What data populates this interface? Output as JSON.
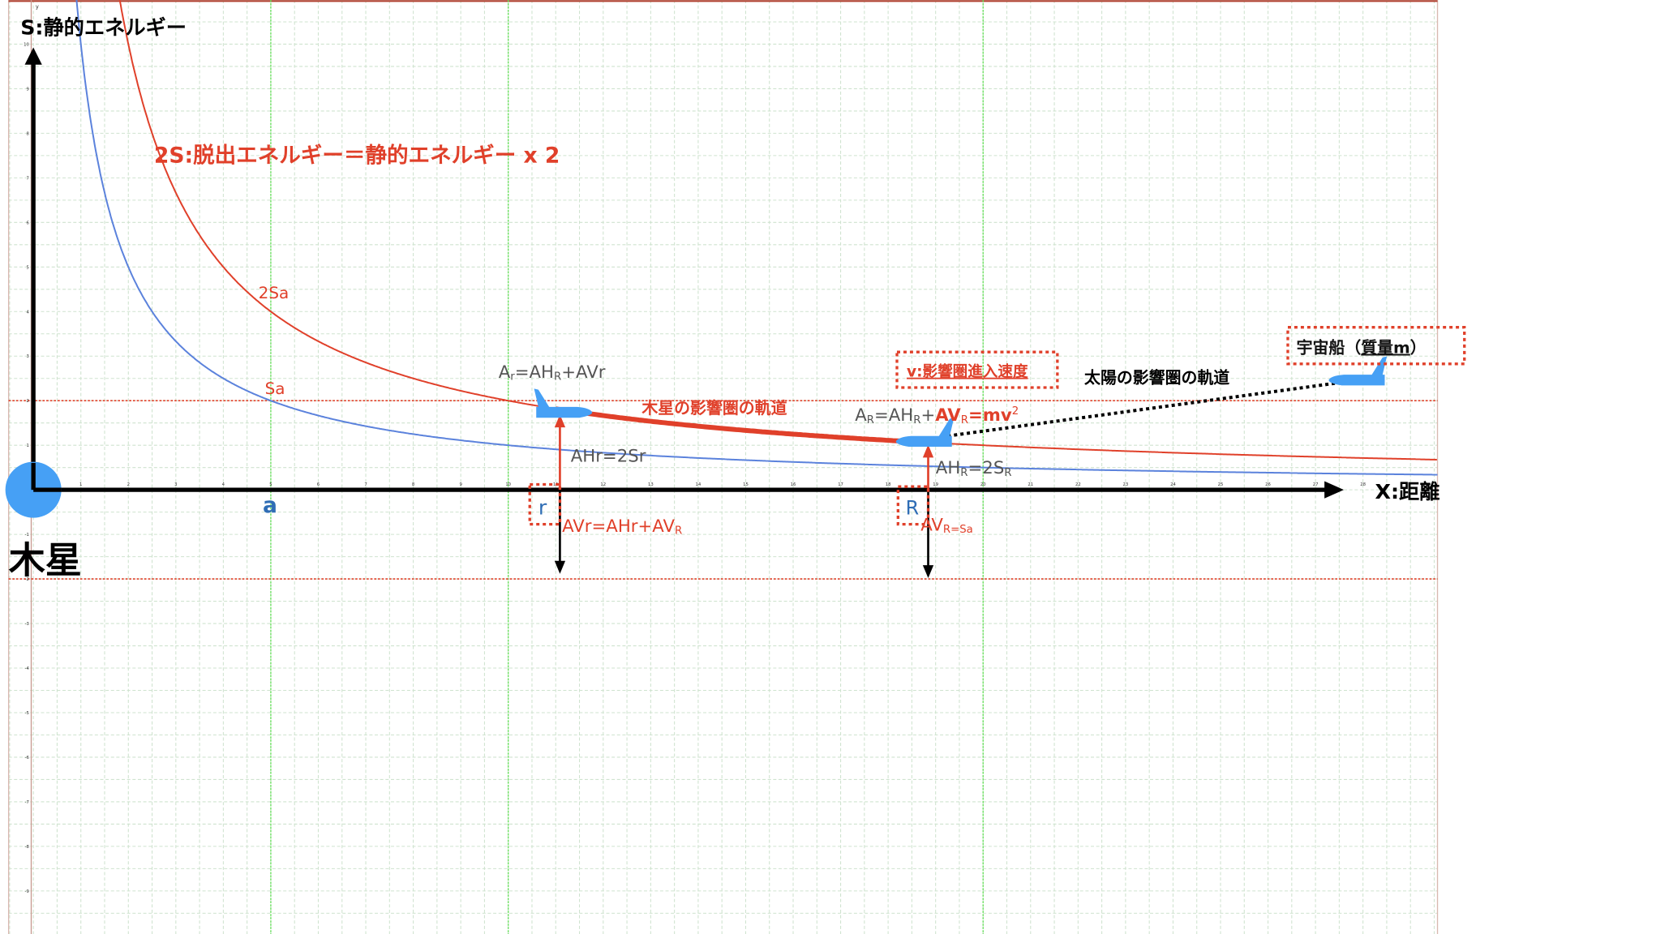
{
  "colors": {
    "red": "#e0402a",
    "blue_curve": "#5b82dc",
    "label_blue": "#2f6db5",
    "planet": "#46a0f5",
    "gray": "#555555",
    "grid": "#cfe3cf",
    "green": "#66e05a",
    "axis": "#000000"
  },
  "axes": {
    "y_label": "S:静的エネルギー",
    "x_label": "X:距離",
    "x_range": [
      0,
      28
    ],
    "y_range": [
      -10,
      10
    ],
    "y_small_label": "y"
  },
  "title_red": "2S:脱出エネルギー＝静的エネルギー x 2",
  "planet": {
    "label": "木星"
  },
  "curves": [
    {
      "name": "Sa",
      "label": "Sa",
      "k": 10
    },
    {
      "name": "2Sa",
      "label": "2Sa",
      "k": 20
    }
  ],
  "markers": {
    "a": {
      "label": "a",
      "x": 5
    },
    "r": {
      "label": "r",
      "x": 11
    },
    "R": {
      "label": "R",
      "x": 19
    },
    "green_line_x": [
      5,
      10,
      20
    ],
    "dotted_y": [
      2,
      -2
    ]
  },
  "labels": {
    "ar_main": "A",
    "ar_sub": "r",
    "ar_rest1": "=AH",
    "ar_sub2": "R",
    "ar_rest2": "+AVr",
    "jupiter_orbit": "木星の影響圏の軌道",
    "ahr": "AHr=2Sr",
    "avr_main": "AVr=AHr+AV",
    "avr_sub": "R",
    "avR_main": "AV",
    "avR_sub": "R=Sa",
    "ahR_main": "AH",
    "ahR_sub": "R",
    "ahR_rest": "=2S",
    "ahR_sub2": "R",
    "aR_a": "A",
    "aR_sub": "R",
    "aR_mid": "=AH",
    "aR_sub2": "R",
    "aR_plus": "+",
    "aR_red": "AV",
    "aR_red_sub": "R",
    "aR_red_rest": "=mv",
    "aR_sup": "2",
    "v_box": "v:影響圏進入速度",
    "sun_orbit": "太陽の影響圏の軌道",
    "ship_a": "宇宙船（",
    "ship_b": "質量m",
    "ship_c": "）"
  }
}
